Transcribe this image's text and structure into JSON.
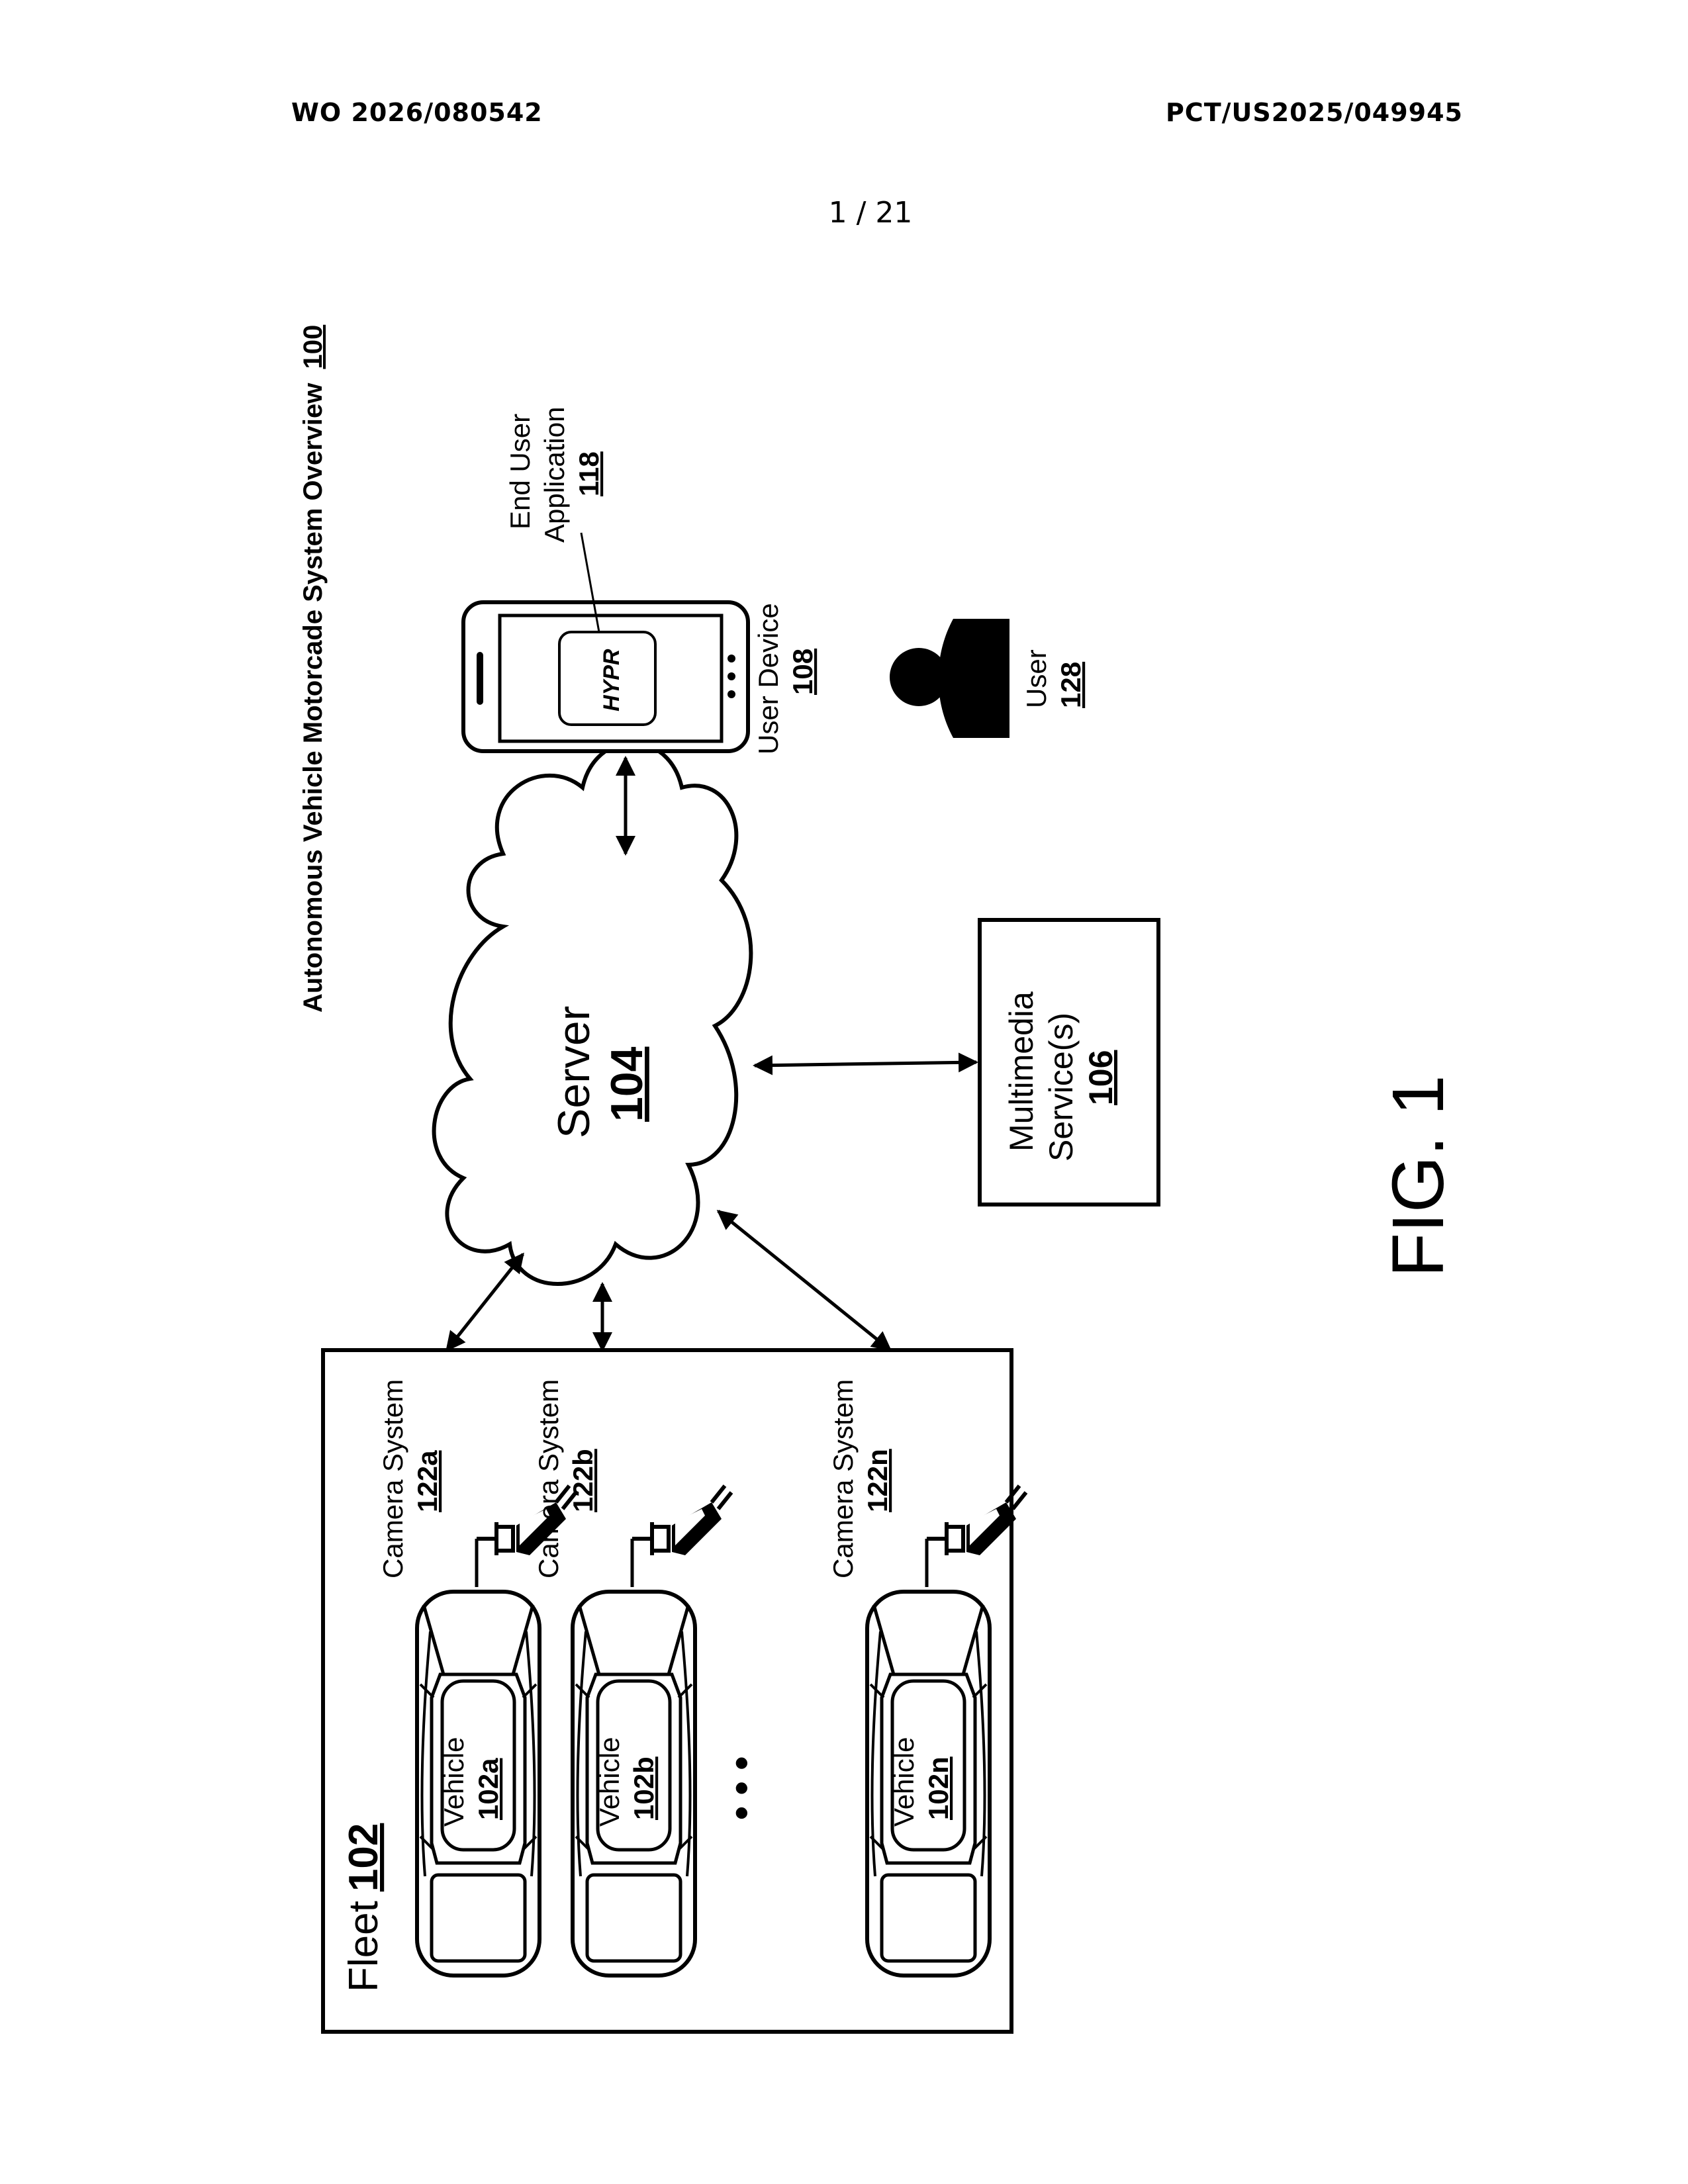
{
  "header": {
    "left": "WO 2026/080542",
    "right": "PCT/US2025/049945",
    "page": "1 / 21"
  },
  "diagram": {
    "title": "Autonomous Vehicle Motorcade System Overview",
    "title_ref": "100",
    "server": {
      "label": "Server",
      "ref": "104"
    },
    "multimedia": {
      "label_line1": "Multimedia",
      "label_line2": "Service(s)",
      "ref": "106"
    },
    "user_device": {
      "label": "User Device",
      "ref": "108",
      "app_logo": "HYPR"
    },
    "end_user_app": {
      "label_line1": "End User",
      "label_line2": "Application",
      "ref": "118"
    },
    "user": {
      "label": "User",
      "ref": "128"
    },
    "fleet": {
      "label": "Fleet",
      "ref": "102"
    },
    "vehicles": [
      {
        "label": "Vehicle",
        "ref": "102a",
        "camera_label": "Camera System",
        "camera_ref": "122a"
      },
      {
        "label": "Vehicle",
        "ref": "102b",
        "camera_label": "Camera System",
        "camera_ref": "122b"
      },
      {
        "label": "Vehicle",
        "ref": "102n",
        "camera_label": "Camera System",
        "camera_ref": "122n"
      }
    ],
    "ellipsis": "• • •",
    "figure_label": "FIG. 1"
  }
}
